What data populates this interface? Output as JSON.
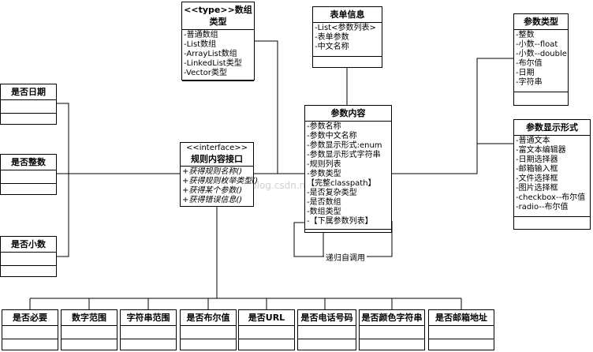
{
  "array_type": {
    "title": "<<type>>数组类型",
    "items": [
      "-普通数组",
      "-List数组",
      "-ArrayList数组",
      "-LinkedList类型",
      "-Vector类型"
    ]
  },
  "form_info": {
    "title": "表单信息",
    "items": [
      "-List<参数列表>",
      "-表单参数",
      "-中文名称"
    ]
  },
  "param_type": {
    "title": "参数类型",
    "items": [
      "-整数",
      "-小数--float",
      "-小数--double",
      "-布尔值",
      "-日期",
      "-字符串"
    ]
  },
  "param_content": {
    "title": "参数内容",
    "items": [
      "-参数名称",
      "-参数中文名称",
      "-参数显示形式:enum",
      "-参数显示形式字符串",
      "-规则列表",
      "-参数类型",
      "【完整classpath】",
      "-是否复杂类型",
      "-是否数组",
      "-数组类型",
      "-【下属参数列表】"
    ]
  },
  "param_display": {
    "title": "参数显示形式",
    "items": [
      "-普通文本",
      "-富文本编辑器",
      "-日期选择器",
      "-邮箱输入框",
      "-文件选择框",
      "-图片选择框",
      "-checkbox--布尔值",
      "-radio--布尔值"
    ]
  },
  "rule_interface": {
    "stereotype": "<<interface>>",
    "title": "规则内容接口",
    "ops": [
      "+获得规则名称()",
      "+获得规则枚举类型()",
      "+获得某个参数()",
      "+获得错误信息()"
    ]
  },
  "left_boxes": [
    "是否日期",
    "是否整数",
    "是否小数"
  ],
  "bottom_boxes": [
    "是否必要",
    "数字范围",
    "字符串范围",
    "是否布尔值",
    "是否URL",
    "是否电话号码",
    "是否颜色字符串",
    "是否邮箱地址"
  ],
  "recursive_label": "递归自调用",
  "watermark": "blog.csdn.net/knight"
}
